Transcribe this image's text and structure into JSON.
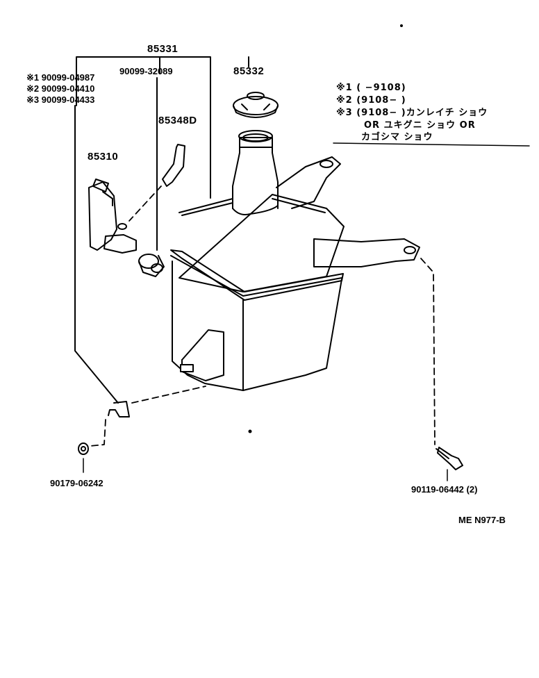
{
  "parts": {
    "assembly": "85331",
    "cap": "85332",
    "hose": "85348D",
    "pump": "85310",
    "grommet": "90099-32089",
    "alt1": "※1 90099-04987",
    "alt2": "※2 90099-04410",
    "alt3": "※3 90099-04433",
    "nut": "90179-06242",
    "bolt": "90119-06442 (2)"
  },
  "notes": {
    "line1": "※1 (        −9108)",
    "line2": "※2 (9108−        )",
    "line3": "※3 (9108−        )カンレイチ ショウ",
    "line4": "OR ユキグニ ショウ OR",
    "line5": "カゴシマ ショウ"
  },
  "reference": "ME N977-B",
  "colors": {
    "ink": "#000000",
    "paper": "#ffffff"
  }
}
